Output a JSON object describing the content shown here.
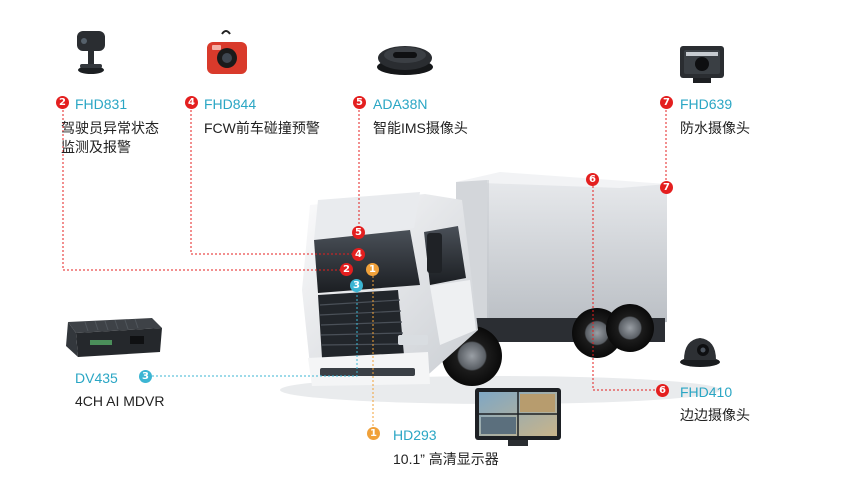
{
  "colors": {
    "red": "#e41f1f",
    "orange": "#f0a13a",
    "blue": "#3bb5d3",
    "model_text": "#2aa6c4"
  },
  "devices": [
    {
      "id": "fhd831",
      "badge": "2",
      "color": "red",
      "model": "FHD831",
      "desc_lines": [
        "驾驶员异常状态",
        "监测及报警"
      ],
      "icon": "dms-camera-icon"
    },
    {
      "id": "fhd844",
      "badge": "4",
      "color": "red",
      "model": "FHD844",
      "desc_lines": [
        "FCW前车碰撞预警"
      ],
      "icon": "fcw-camera-icon"
    },
    {
      "id": "ada38n",
      "badge": "5",
      "color": "red",
      "model": "ADA38N",
      "desc_lines": [
        "智能IMS摄像头"
      ],
      "icon": "ims-camera-icon"
    },
    {
      "id": "fhd639",
      "badge": "7",
      "color": "red",
      "model": "FHD639",
      "desc_lines": [
        "防水摄像头"
      ],
      "icon": "waterproof-camera-icon"
    },
    {
      "id": "dv435",
      "badge": "3",
      "color": "blue",
      "model": "DV435",
      "desc_lines": [
        "4CH AI MDVR"
      ],
      "icon": "mdvr-icon"
    },
    {
      "id": "fhd410",
      "badge": "6",
      "color": "red",
      "model": "FHD410",
      "desc_lines": [
        "边边摄像头"
      ],
      "icon": "side-camera-icon"
    },
    {
      "id": "hd293",
      "badge": "1",
      "color": "orange",
      "model": "HD293",
      "desc_lines": [
        "10.1” 高清显示器"
      ],
      "icon": "monitor-icon"
    }
  ],
  "truck_markers": [
    {
      "badge": "5",
      "color": "red"
    },
    {
      "badge": "4",
      "color": "red"
    },
    {
      "badge": "2",
      "color": "red"
    },
    {
      "badge": "1",
      "color": "orange"
    },
    {
      "badge": "3",
      "color": "blue"
    },
    {
      "badge": "6",
      "color": "red"
    },
    {
      "badge": "7",
      "color": "red"
    }
  ]
}
